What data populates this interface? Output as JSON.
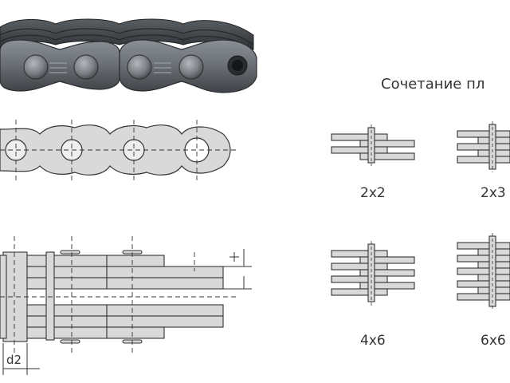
{
  "heading": "Сочетание пл",
  "dimension_label": "d2",
  "combinations": [
    {
      "label": "2x2"
    },
    {
      "label": "2x3"
    },
    {
      "label": "4x6"
    },
    {
      "label": "6x6"
    }
  ],
  "colors": {
    "plate_fill": "#d9d9d9",
    "outline": "#333333",
    "photo_dark": "#3f4246",
    "photo_mid": "#6d7278",
    "photo_light": "#9aa0a6",
    "text": "#333333"
  }
}
